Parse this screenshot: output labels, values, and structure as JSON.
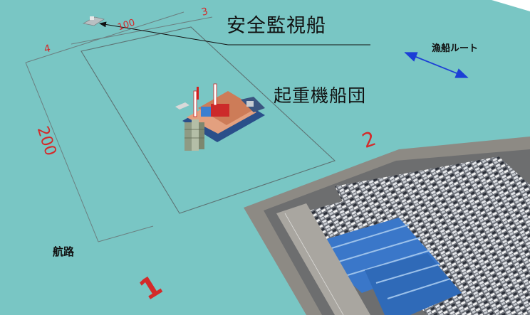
{
  "labels": {
    "safety_ship": "安全監視船",
    "crane_fleet": "起重機船団",
    "fishing_route": "漁船ルート",
    "channel": "航路"
  },
  "markers": {
    "corner_1": "1",
    "corner_2": "2",
    "corner_3": "3",
    "corner_4": "4"
  },
  "dimensions": {
    "length": "200",
    "width": "100"
  },
  "colors": {
    "sea": "#79c6c4",
    "marker_red": "#d42a2a",
    "route_blue": "#1c3fd6",
    "zone_line": "#6b7f80"
  }
}
